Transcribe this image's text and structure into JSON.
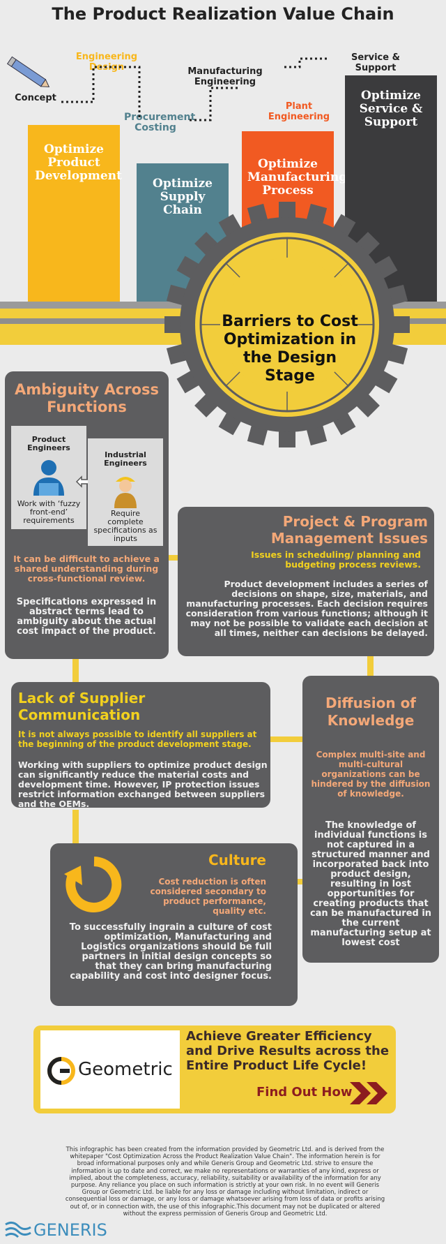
{
  "title": "The Product Realization Value Chain",
  "stages": {
    "concept": "Concept",
    "engineering_design": "Engineering Design",
    "procurement_costing": "Procurement Costing",
    "manufacturing_engineering": "Manufacturing Engineering",
    "plant_engineering": "Plant Engineering",
    "service_support": "Service & Support"
  },
  "bars": {
    "product": "Optimize Product Development",
    "supply": "Optimize Supply Chain",
    "manufacturing": "Optimize Manufacturing Process",
    "service": "Optimize Service & Support"
  },
  "gear_title": "Barriers to Cost Optimization in the Design Stage",
  "ambiguity": {
    "heading": "Ambiguity Across Functions",
    "product_engineers": "Product Engineers",
    "product_text": "Work with ‘fuzzy front-end’ requirements",
    "industrial_engineers": "Industrial Engineers",
    "industrial_text": "Require complete specifications as inputs",
    "highlight": "It can be difficult to achieve a shared understanding during cross-functional review.",
    "body": "Specifications expressed in abstract terms lead to ambiguity about the actual cost impact of the product."
  },
  "project": {
    "heading": "Project & Program Management Issues",
    "highlight": "Issues in scheduling/ planning and budgeting process reviews.",
    "body": "Product development includes a series of decisions on shape, size, materials, and manufacturing processes. Each decision requires consideration from various functions; although it may not be possible to validate each decision at all times, neither can decisions be delayed."
  },
  "supplier": {
    "heading": "Lack of Supplier Communication",
    "highlight": "It is not always possible to identify all suppliers at the beginning of the product development stage.",
    "body": "Working with suppliers to optimize product design can significantly reduce the material costs and development time.  However, IP protection issues restrict information exchanged between suppliers and the OEMs."
  },
  "knowledge": {
    "heading": "Diffusion of Knowledge",
    "highlight": "Complex multi-site and multi-cultural organizations can be hindered by the diffusion of knowledge.",
    "body": "The knowledge of individual functions is not captured in a structured manner and incorporated back into product design, resulting in lost opportunities for creating products that can be manufactured in the current manufacturing setup at lowest cost"
  },
  "culture": {
    "heading": "Culture",
    "highlight": "Cost reduction is often considered secondary to product performance, quality etc.",
    "body": "To successfully ingrain a culture of cost optimization, Manufacturing and Logistics organizations should be full partners in initial design concepts so that they can bring manufacturing capability and cost into designer focus."
  },
  "cta": {
    "logo_text": "Geometric",
    "headline": "Achieve Greater Efficiency and Drive Results across the Entire Product Life Cycle!",
    "button": "Find Out How"
  },
  "disclaimer": "This infographic has been created from the information provided by Geometric Ltd. and is derived from the whitepaper \"Cost Optimization Across the Product Realization Value Chain\".  The information herein is for broad informational purposes only and while Generis Group and Geometric Ltd. strive to ensure the information is up to date and correct, we make no representations or warranties of any kind, express or implied, about the completeness, accuracy, reliability, suitability or availability of the information for any purpose.  Any reliance you place on such information is strictly at your own risk.  In no event will Generis Group or Geometric Ltd. be liable for any loss or damage including without limitation, indirect or consequential loss or damage, or any loss or damage whatsoever arising from loss of data or profits arising out of, or in connection with, the use of this infographic.This document may not be duplicated or altered without the express permission of Generis Group and Geometric Ltd.",
  "footer_brand": "GENERIS",
  "colors": {
    "yellow": "#f8b71c",
    "teal": "#52818e",
    "orange": "#f15a22",
    "dark": "#3b3b3d",
    "card": "#5d5d5f",
    "accent_yellow": "#f2cd3b",
    "peach": "#f4a878",
    "burgundy": "#8c1c1f",
    "generis_blue": "#3c8dbc"
  }
}
